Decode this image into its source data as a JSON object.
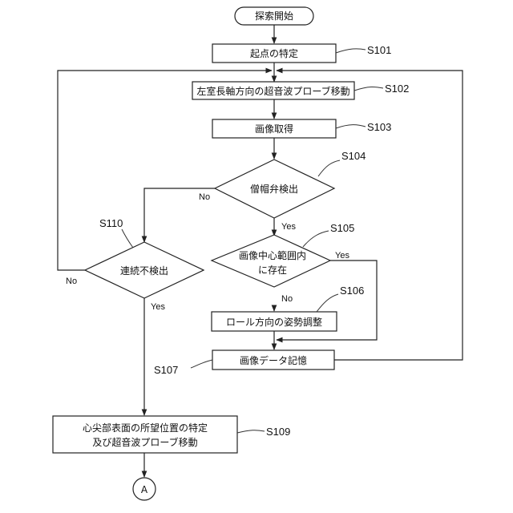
{
  "nodes": {
    "start": "探索開始",
    "s101": "起点の特定",
    "s102": "左室長軸方向の超音波プローブ移動",
    "s103": "画像取得",
    "s104": "僧帽弁検出",
    "s105_line1": "画像中心範囲内",
    "s105_line2": "に存在",
    "s106": "ロール方向の姿勢調整",
    "s107": "画像データ記憶",
    "s110": "連続不検出",
    "s109_line1": "心尖部表面の所望位置の特定",
    "s109_line2": "及び超音波プローブ移動",
    "connector": "A"
  },
  "refs": {
    "s101": "S101",
    "s102": "S102",
    "s103": "S103",
    "s104": "S104",
    "s105": "S105",
    "s106": "S106",
    "s107": "S107",
    "s110": "S110",
    "s109": "S109"
  },
  "labels": {
    "s104_no": "No",
    "s104_yes": "Yes",
    "s105_yes": "Yes",
    "s105_no": "No",
    "s110_no": "No",
    "s110_yes": "Yes"
  }
}
